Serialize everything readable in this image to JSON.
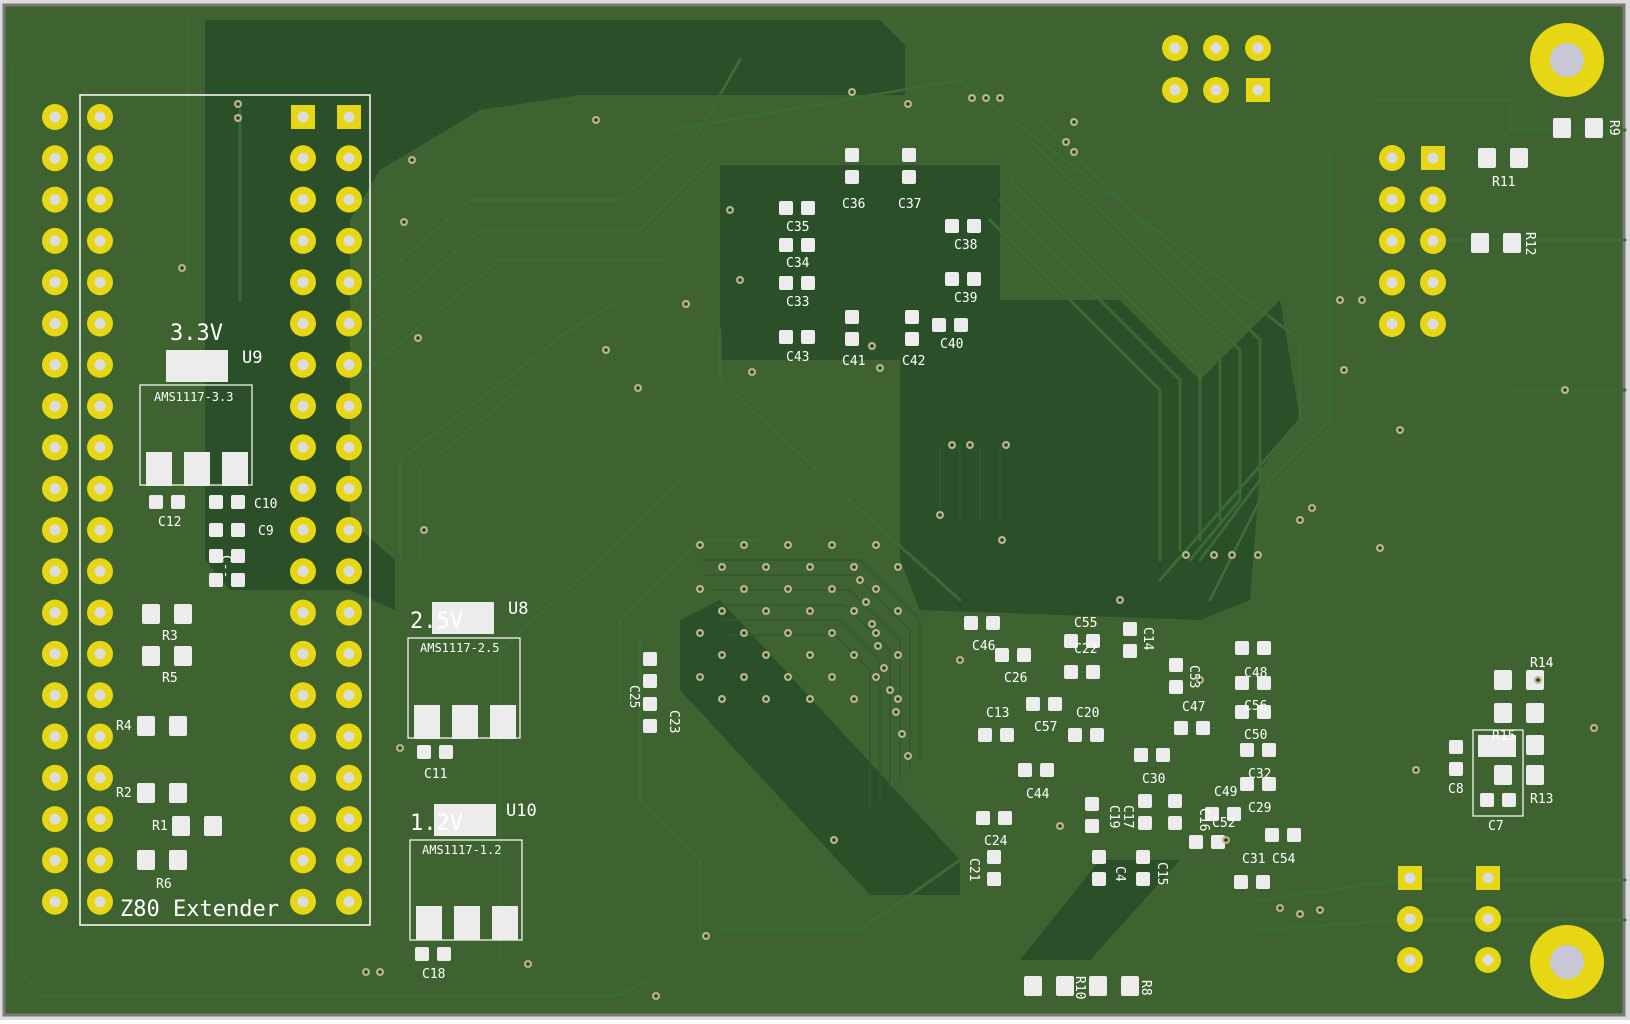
{
  "colors": {
    "background": "#dcdcdc",
    "board_border": "#7a7a7a",
    "board": "#3e6330",
    "copper_dark": "#2a4f2a",
    "trace": "#3a6a36",
    "trace_dim": "#33582f",
    "pad_gold": "#e6d613",
    "pad_hole": "#dcdcdc",
    "smd_pad": "#ececec",
    "silk": "#ffffff",
    "via_ring": "#b8b78a"
  },
  "board": {
    "silk_title": "Z80 Extender"
  },
  "regulators": [
    {
      "ref": "U9",
      "voltage": "3.3V",
      "part": "AMS1117-3.3"
    },
    {
      "ref": "U8",
      "voltage": "2.5V",
      "part": "AMS1117-2.5"
    },
    {
      "ref": "U10",
      "voltage": "1.2V",
      "part": "AMS1117-1.2"
    }
  ],
  "labels": {
    "C9": "C9",
    "C10": "C10",
    "C12": "C12",
    "C_v": "C‑‑",
    "R1": "R1",
    "R2": "R2",
    "R3": "R3",
    "R4": "R4",
    "R5": "R5",
    "R6": "R6",
    "C11": "C11",
    "C18": "C18",
    "C33": "C33",
    "C34": "C34",
    "C35": "C35",
    "C36": "C36",
    "C37": "C37",
    "C38": "C38",
    "C39": "C39",
    "C40": "C40",
    "C41": "C41",
    "C42": "C42",
    "C43": "C43",
    "C25": "C25",
    "C23": "C23",
    "C46": "C46",
    "C26": "C26",
    "C55": "C55",
    "C22": "C22",
    "C14": "C14",
    "C53": "C53",
    "C48": "C48",
    "C56": "C56",
    "C50": "C50",
    "C47": "C47",
    "C13": "C13",
    "C57": "C57",
    "C20": "C20",
    "C30": "C30",
    "C44": "C44",
    "C32": "C32",
    "C49": "C49",
    "C29": "C29",
    "C19": "C19",
    "C17": "C17",
    "C16": "C16",
    "C52": "C52",
    "C24": "C24",
    "C21": "C21",
    "C4": "C4",
    "C15": "C15",
    "C31": "C31",
    "C54": "C54",
    "R8": "R8",
    "R10": "R10",
    "R9": "R9",
    "R11": "R11",
    "R12": "R12",
    "R14": "R14",
    "R15": "R15",
    "R13": "R13",
    "C8": "C8",
    "C7": "C7"
  }
}
